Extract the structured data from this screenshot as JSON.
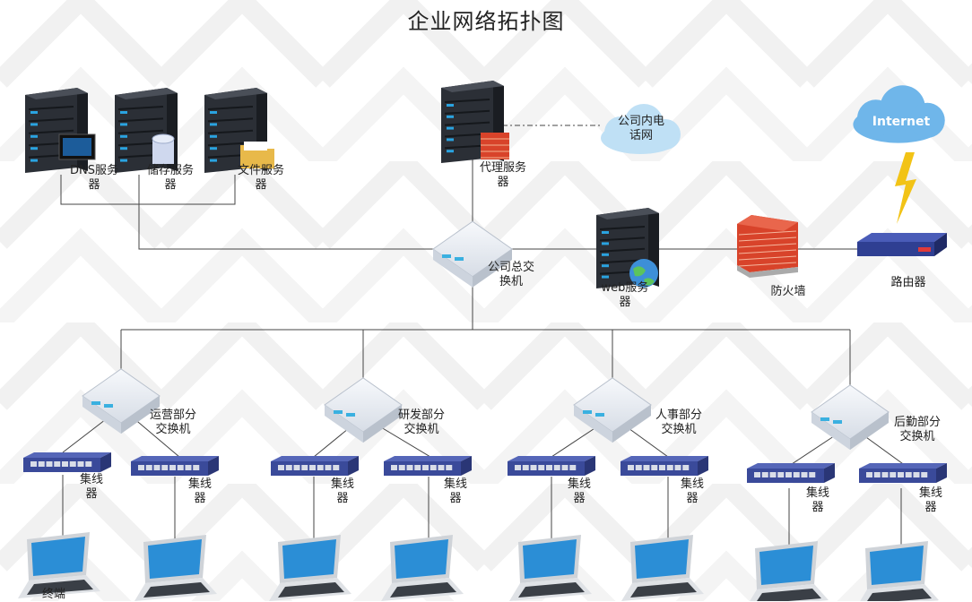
{
  "title": "企业网络拓扑图",
  "servers_top": {
    "dns": {
      "line1": "DNS服务",
      "line2": "器"
    },
    "storage": {
      "line1": "储存服务",
      "line2": "器"
    },
    "file": {
      "line1": "文件服务",
      "line2": "器"
    },
    "proxy": {
      "line1": "代理服务",
      "line2": "器"
    }
  },
  "phone_cloud": {
    "line1": "公司内电",
    "line2": "话网"
  },
  "internet_cloud": "Internet",
  "core_switch": {
    "line1": "公司总交",
    "line2": "换机"
  },
  "web_server": {
    "line1": "web服务",
    "line2": "器"
  },
  "firewall": "防火墙",
  "router": "路由器",
  "dept_switches": [
    {
      "line1": "运营部分",
      "line2": "交换机"
    },
    {
      "line1": "研发部分",
      "line2": "交换机"
    },
    {
      "line1": "人事部分",
      "line2": "交换机"
    },
    {
      "line1": "后勤部分",
      "line2": "交换机"
    }
  ],
  "hub": {
    "line1": "集线",
    "line2": "器"
  },
  "laptop_label": "终端",
  "colors": {
    "server_body": "#2b2f36",
    "server_led": "#2aa3e0",
    "switch_body": "#e8ecf2",
    "hub_body": "#3a4a9a",
    "firewall": "#d8432a",
    "cloud": "#bfe0f5",
    "internet_cloud": "#6fb6ea",
    "bolt": "#f2c316",
    "line": "#444444"
  }
}
